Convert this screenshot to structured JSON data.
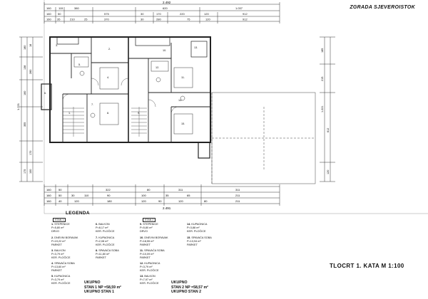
{
  "header": {
    "title": "ZGRADA SJEVEROISTOK"
  },
  "footer": {
    "scale": "TLOCRT 1. KATA  M 1:100"
  },
  "dims": {
    "top_total": "2.492",
    "top_row1": [
      "160",
      "115",
      "380",
      "620",
      "1.037"
    ],
    "top_row2": [
      "160",
      "50",
      "575",
      "30",
      "170",
      "220",
      "120",
      "912"
    ],
    "top_row3": [
      "160",
      "35",
      "210",
      "25",
      "370",
      "30",
      "280",
      "75",
      "120",
      "912"
    ],
    "bottom_total": "2.491",
    "bottom_row1": [
      "160",
      "50",
      "322",
      "80",
      "311",
      "311"
    ],
    "bottom_row2": [
      "160",
      "50",
      "30",
      "110",
      "90",
      "100",
      "35",
      "65",
      "211"
    ],
    "bottom_row3": [
      "160",
      "40",
      "120",
      "180",
      "120",
      "90",
      "120",
      "80",
      "211"
    ],
    "left_total": "1.221",
    "left_vals": [
      "180",
      "138",
      "160",
      "355",
      "18",
      "280",
      "170",
      "100",
      "175"
    ],
    "right_total": "1.221",
    "right_vals": [
      "185",
      "215",
      "612",
      "120"
    ]
  },
  "legend": {
    "title": "LEGENDA",
    "stan1_label": "STAN 1",
    "stan2_label": "STAN 2",
    "col1": [
      {
        "n": "1.",
        "name": "STEPENICE",
        "area": "P=5,80 m²",
        "floor": "DRVO"
      },
      {
        "n": "2.",
        "name": "DNEVNI BORAVAK",
        "area": "P=19,22 m²",
        "floor": "PARKET"
      },
      {
        "n": "3.",
        "name": "BALKON",
        "area": "P=3,79 m²",
        "floor": "KER. PLOČICE"
      },
      {
        "n": "4.",
        "name": "SPAVAĆA SOBA",
        "area": "P=13,60 m²",
        "floor": "PARKET"
      },
      {
        "n": "5.",
        "name": "KUPAONICA",
        "area": "P=3,79 m²",
        "floor": "KER. PLOČICE"
      }
    ],
    "col2": [
      {
        "n": "6.",
        "name": "BALKON",
        "area": "P=8,17 m²",
        "floor": "KER. PLOČICE"
      },
      {
        "n": "7.",
        "name": "KUPAONICA",
        "area": "P=2,08 m²",
        "floor": "KER. PLOČICE"
      },
      {
        "n": "8.",
        "name": "SPAVAĆA SOBA",
        "area": "P=11,80 m²",
        "floor": "PARKET"
      }
    ],
    "col3": [
      {
        "n": "9.",
        "name": "STEPENICE",
        "area": "P=5,80 m²",
        "floor": "DRVO"
      },
      {
        "n": "10.",
        "name": "DNEVNI BORAVAK",
        "area": "P=18,55 m²",
        "floor": "PARKET"
      },
      {
        "n": "11.",
        "name": "SPAVAĆA SOBA",
        "area": "P=10,09 m²",
        "floor": "PARKET"
      },
      {
        "n": "12.",
        "name": "KUPAONICA",
        "area": "P=3,79 m²",
        "floor": "KER. PLOČICE"
      },
      {
        "n": "13.",
        "name": "BALKON",
        "area": "P=7,97 m²",
        "floor": "KER. PLOČICE"
      }
    ],
    "col4": [
      {
        "n": "14.",
        "name": "KUPAONICA",
        "area": "P=3,88 m²",
        "floor": "KER. PLOČICE"
      },
      {
        "n": "15.",
        "name": "SPAVAĆA SOBA",
        "area": "P=13,94 m²",
        "floor": "PARKET"
      }
    ],
    "sum1_a": "UKUPNO",
    "sum1_b": "STAN 1 NP =58,59 m²",
    "sum1_c": "UKUPNO STAN 1",
    "sum2_a": "UKUPNO",
    "sum2_b": "STAN 2 NP =58,57 m²",
    "sum2_c": "UKUPNO STAN 2"
  },
  "rooms": {
    "r1": "1.",
    "r2": "2.",
    "r3": "3.",
    "r4": "4.",
    "r5": "5.",
    "r6": "6.",
    "r7": "7.",
    "r8": "8.",
    "r9": "9.",
    "r10": "10.",
    "r11": "11.",
    "r12": "12.",
    "r13": "13.",
    "r14": "14.",
    "r15": "15."
  }
}
